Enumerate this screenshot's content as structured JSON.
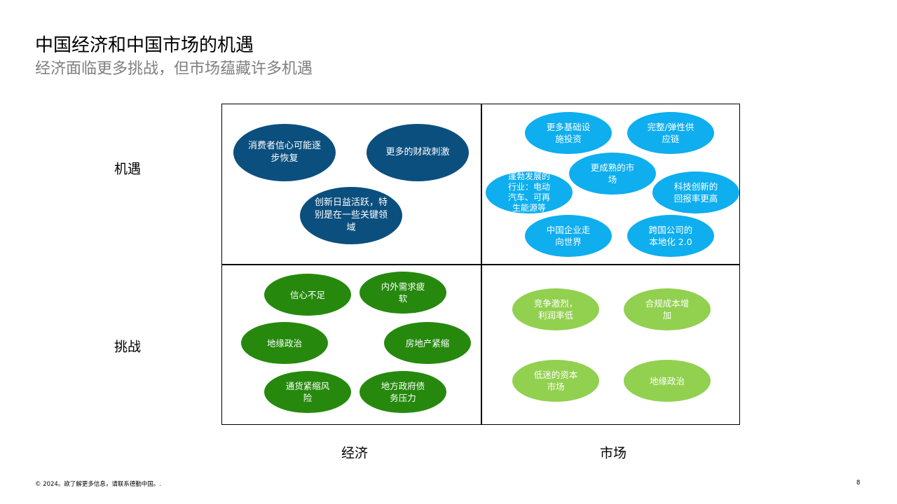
{
  "title": "中国经济和中国市场的机遇",
  "subtitle": "经济面临更多挑战，但市场蕴藏许多机遇",
  "row_labels": {
    "opportunity": "机遇",
    "challenge": "挑战"
  },
  "col_labels": {
    "economy": "经济",
    "market": "市场"
  },
  "colors": {
    "economy_opportunity": "#0b4f7e",
    "market_opportunity": "#0eaeef",
    "economy_challenge": "#26890d",
    "market_challenge": "#92d050"
  },
  "economy_opportunities": [
    "消费者信心可能逐步恢复",
    "更多的财政刺激",
    "创新日益活跃，特别是在一些关键领域"
  ],
  "market_opportunities": [
    "更多基础设施投资",
    "完整/弹性供应链",
    "更成熟的市场",
    "蓬勃发展的行业：电动汽车、可再生能源等",
    "科技创新的回报率更高",
    "中国企业走向世界",
    "跨国公司的本地化 2.0"
  ],
  "economy_challenges": [
    "信心不足",
    "内外需求疲软",
    "地缘政治",
    "房地产紧缩",
    "通货紧缩风险",
    "地方政府债务压力"
  ],
  "market_challenges": [
    "竞争激烈，利润率低",
    "合规成本增加",
    "低迷的资本市场",
    "地缘政治"
  ],
  "footer": "© 2024。欲了解更多信息，请联系德勤中国。.",
  "page_number": "8"
}
